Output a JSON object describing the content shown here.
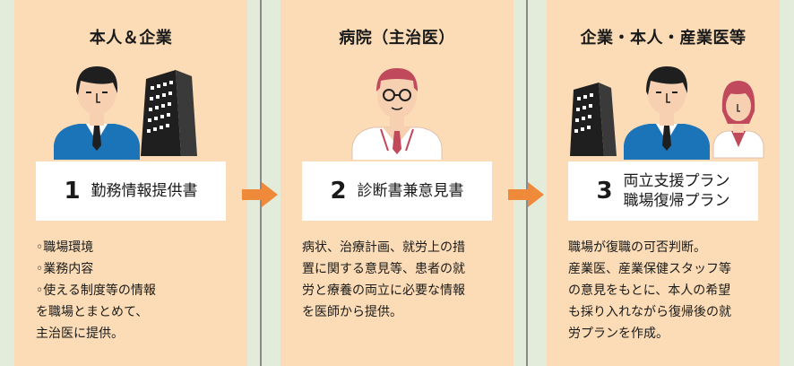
{
  "panels": [
    {
      "title": "本人＆企業",
      "number": "1",
      "card_lines": [
        "勤務情報提供書"
      ],
      "description": "◦職場環境\n◦業務内容\n◦使える制度等の情報\nを職場とまとめて、\n主治医に提供。"
    },
    {
      "title": "病院（主治医）",
      "number": "2",
      "card_lines": [
        "診断書兼意見書"
      ],
      "description": "病状、治療計画、就労上の措\n置に関する意見等、患者の就\n労と療養の両立に必要な情報\nを医師から提供。"
    },
    {
      "title": "企業・本人・産業医等",
      "number": "3",
      "card_lines": [
        "両立支援プラン",
        "職場復帰プラン"
      ],
      "description": "職場が復職の可否判断。\n産業医、産業保健スタッフ等\nの意見をもとに、本人の希望\nも採り入れながら復帰後の就\n労プランを作成。"
    }
  ],
  "icons": [
    "businessman-icon",
    "building-icon",
    "doctor-icon",
    "female-worker-icon",
    "arrow-right-icon"
  ],
  "colors": {
    "panel_bg": "#fbdcb6",
    "page_bg": "#e3ecdb",
    "person_blue": "#1b73b8",
    "doctor_red": "#c04a5c",
    "arrow_orange": "#ef8a3a",
    "skin": "#f6d0b1"
  }
}
